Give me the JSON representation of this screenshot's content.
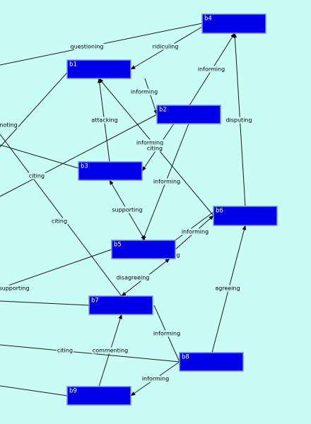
{
  "colors": {
    "background": "#c8fcf4",
    "node_fill": "#0000e8",
    "node_border": "#7a8cff",
    "node_text": "#ffffff",
    "edge": "#1a1a1a"
  },
  "nodes": [
    {
      "id": "b1",
      "label": "b1"
    },
    {
      "id": "b2",
      "label": "b2"
    },
    {
      "id": "b3",
      "label": "b3"
    },
    {
      "id": "b4",
      "label": "b4"
    },
    {
      "id": "b5",
      "label": "b5"
    },
    {
      "id": "b6",
      "label": "b6"
    },
    {
      "id": "b7",
      "label": "b7"
    },
    {
      "id": "b8",
      "label": "b8"
    },
    {
      "id": "b9",
      "label": "b9"
    }
  ],
  "edges": [
    {
      "from": "b4",
      "to": "b1",
      "label": "ridiculing"
    },
    {
      "from": "b1",
      "to": "b2",
      "label": "informing"
    },
    {
      "from": "b2",
      "to": "b4",
      "label": "informing"
    },
    {
      "from": "b6",
      "to": "b4",
      "label": "disputing"
    },
    {
      "from": "b3",
      "to": "b1",
      "label": "attacking"
    },
    {
      "from": "b2",
      "to": "b3",
      "label": "informing"
    },
    {
      "from": "b6",
      "to": "b1",
      "label": "citing"
    },
    {
      "from": "b2",
      "to": "b5",
      "label": "informing"
    },
    {
      "from": "b3",
      "to": "b5",
      "label": "supporting"
    },
    {
      "from": "b5",
      "to": "b6",
      "label": "informing"
    },
    {
      "from": "b5",
      "to": "b7",
      "label": "disagreeing"
    },
    {
      "from": "b8",
      "to": "b6",
      "label": "agreeing"
    },
    {
      "from": "b7",
      "to": "b8",
      "label": "informing"
    },
    {
      "from": "b8",
      "to": "b9",
      "label": "informing"
    },
    {
      "from": "b9",
      "to": "b7",
      "label": "commenting"
    },
    {
      "from": "offscreen",
      "to": "b4",
      "label": "questioning"
    },
    {
      "from": "offscreen",
      "to": "b3",
      "label": "noting"
    },
    {
      "from": "offscreen",
      "to": "b2",
      "label": "citing"
    },
    {
      "from": "offscreen",
      "to": "b7",
      "label": "citing"
    },
    {
      "from": "offscreen",
      "to": "b6",
      "label": "g"
    },
    {
      "from": "offscreen",
      "to": "b5",
      "label": "supporting"
    },
    {
      "from": "offscreen",
      "to": "b8",
      "label": "citing"
    }
  ]
}
